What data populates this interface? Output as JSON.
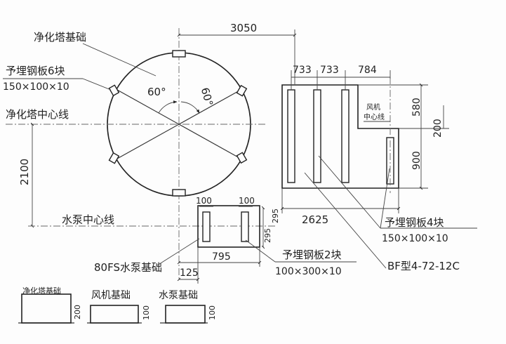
{
  "tower": {
    "foundation_label": "净化塔基础",
    "plates_label": "予埋钢板6块",
    "plates_size": "150×100×10",
    "centerline_label": "净化塔中心线",
    "angle_left": "60°",
    "angle_right": "60°"
  },
  "pump": {
    "centerline_label": "水泵中心线",
    "foundation_label": "80FS水泵基础",
    "plates_label": "予埋钢板2块",
    "plates_size": "100×300×10"
  },
  "fan": {
    "plates_label": "予埋钢板4块",
    "plates_size": "150×100×10",
    "model_label": "BF型4-72-12C",
    "centerline_label_1": "风机",
    "centerline_label_2": "中心线"
  },
  "dims": {
    "d3050": "3050",
    "d2100": "2100",
    "d733a": "733",
    "d733b": "733",
    "d784": "784",
    "d580": "580",
    "d200": "200",
    "d900": "900",
    "d2625": "2625",
    "d100a": "100",
    "d100b": "100",
    "d295a": "295",
    "d295b": "295",
    "d795": "795",
    "d125": "125"
  },
  "sections": {
    "tower_label": "净化塔基础",
    "tower_height": "200",
    "fan_label": "风机基础",
    "fan_height": "100",
    "pump_label": "水泵基础",
    "pump_height": "100"
  }
}
